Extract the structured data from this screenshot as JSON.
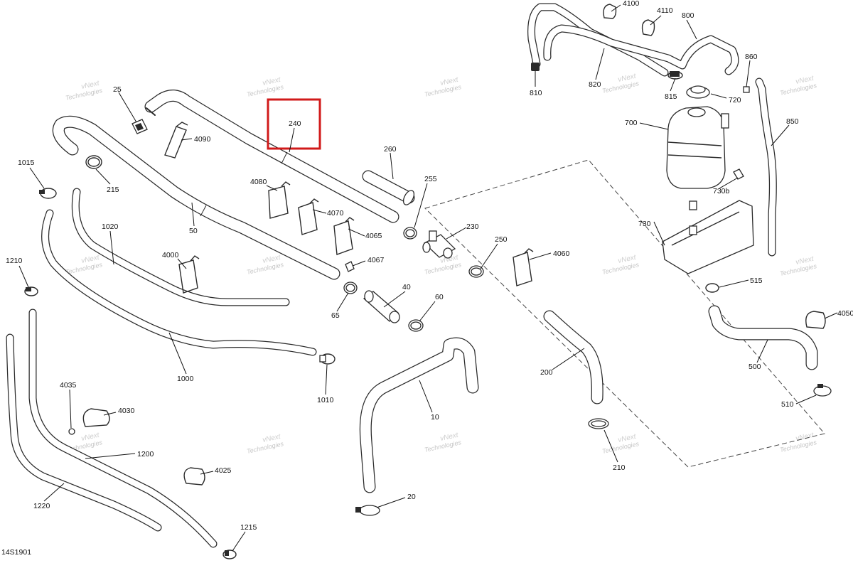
{
  "drawing_code": "14S1901",
  "highlighted_part": "240",
  "watermark": [
    "vNext",
    "Technologies"
  ],
  "callouts": [
    "25",
    "4090",
    "240",
    "260",
    "255",
    "230",
    "250",
    "4060",
    "4080",
    "4070",
    "4065",
    "4067",
    "40",
    "60",
    "65",
    "1015",
    "215",
    "50",
    "1020",
    "4000",
    "1210",
    "1000",
    "1010",
    "4035",
    "4030",
    "1200",
    "4025",
    "1220",
    "1215",
    "10",
    "20",
    "200",
    "210",
    "4100",
    "4110",
    "800",
    "860",
    "810",
    "820",
    "815",
    "720",
    "700",
    "850",
    "730b",
    "730",
    "515",
    "4050",
    "500",
    "510"
  ]
}
